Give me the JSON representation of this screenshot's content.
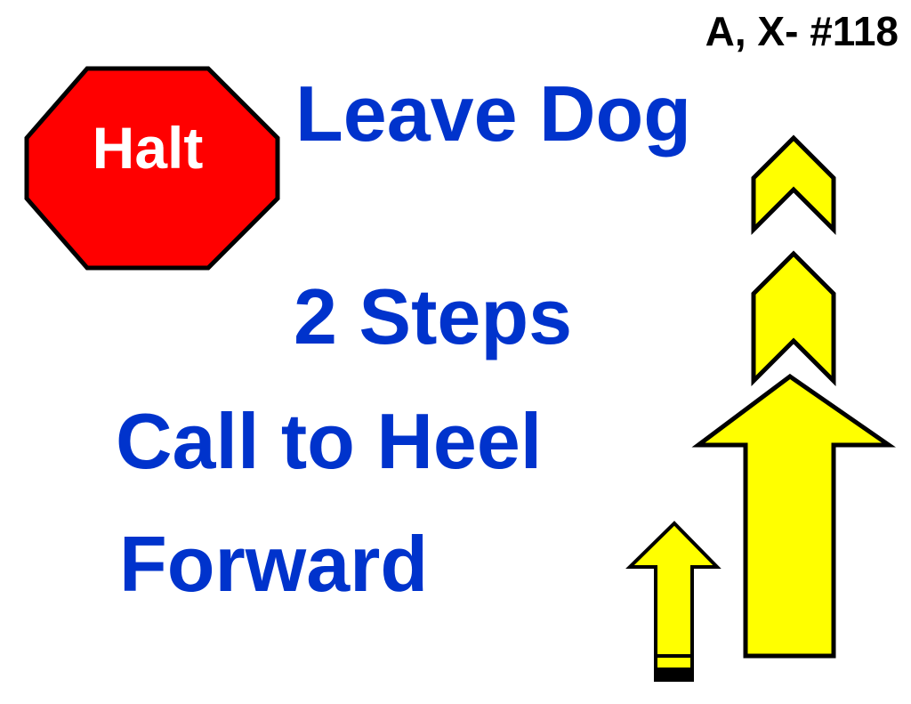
{
  "sign": {
    "code": "A, X- #118",
    "halt_label": "Halt",
    "lines": [
      "Leave Dog",
      "2 Steps",
      "Call to Heel",
      "Forward"
    ]
  },
  "colors": {
    "instruction_text": "#0033cc",
    "stop_sign_fill": "#ff0000",
    "arrow_fill": "#ffff00",
    "outline": "#000000"
  },
  "icons": [
    "stop-sign-icon",
    "double-chevron-up-icon",
    "large-up-arrow-icon",
    "small-up-arrow-icon"
  ]
}
